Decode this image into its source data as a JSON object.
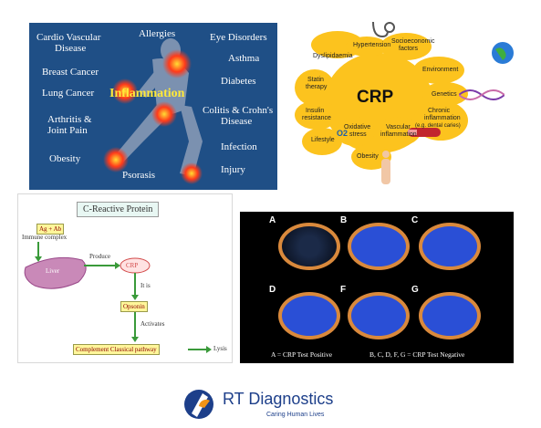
{
  "panel_inflammation": {
    "center": "Inflammation",
    "labels": {
      "cardio1": "Cardio Vascular",
      "cardio2": "Disease",
      "allergies": "Allergies",
      "eye": "Eye Disorders",
      "breast": "Breast Cancer",
      "asthma": "Asthma",
      "lung": "Lung Cancer",
      "diabetes": "Diabetes",
      "colitis1": "Colitis & Crohn's",
      "colitis2": "Disease",
      "arthritis1": "Arthritis &",
      "arthritis2": "Joint Pain",
      "infection": "Infection",
      "obesity": "Obesity",
      "psorasis": "Psorasis",
      "injury": "Injury"
    }
  },
  "panel_crp": {
    "center": "CRP",
    "labels": {
      "hypertension": "Hypertension",
      "socio1": "Socioeconomic",
      "socio2": "factors",
      "dyslip": "Dyslipidaemia",
      "environment": "Environment",
      "statin1": "Statin",
      "statin2": "therapy",
      "genetics": "Genetics",
      "insulin1": "Insulin",
      "insulin2": "resistance",
      "chronic1": "Chronic",
      "chronic2": "inflammation",
      "chronic3": "(e.g. dental caries)",
      "oxid1": "Oxidative",
      "oxid2": "stress",
      "vasc1": "Vascular",
      "vasc2": "inflammation",
      "lifestyle": "Lifestyle",
      "obesity": "Obesity",
      "o2": "O2"
    }
  },
  "panel_diagram": {
    "title": "C-Reactive Protein",
    "ag_ab": "Ag + Ab",
    "immune": "Immune complex",
    "produce": "Produce",
    "liver": "Liver",
    "crp": "CRP",
    "it_is": "It is",
    "opsonin": "Opsonin",
    "activates": "Activates",
    "complement": "Complement Classical pathway",
    "lysis": "Lysis"
  },
  "panel_test": {
    "wells": [
      "A",
      "B",
      "C",
      "D",
      "F",
      "G"
    ],
    "caption_pos": "A  =  CRP Test Positive",
    "caption_neg": "B, C, D, F, G  =  CRP Test Negative"
  },
  "logo": {
    "name": "RT Diagnostics",
    "tagline": "Caring Human Lives"
  }
}
